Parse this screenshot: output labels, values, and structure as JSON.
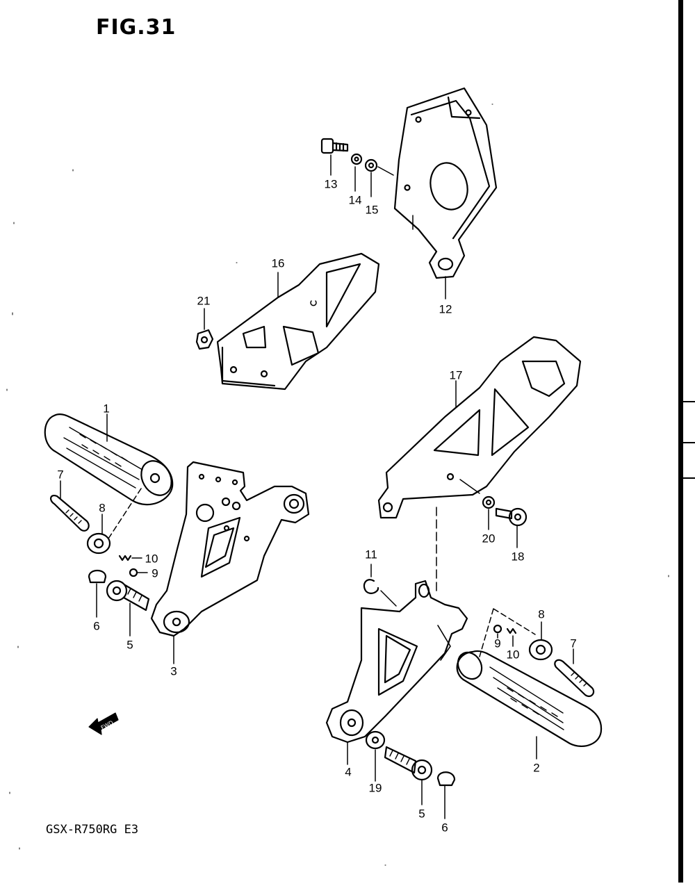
{
  "figure": {
    "title": "FIG.31",
    "model": "GSX-R750RG E3",
    "direction_label": "FWD"
  },
  "callouts": [
    {
      "id": "1",
      "label": "1"
    },
    {
      "id": "2",
      "label": "2"
    },
    {
      "id": "3",
      "label": "3"
    },
    {
      "id": "4",
      "label": "4"
    },
    {
      "id": "5a",
      "label": "5"
    },
    {
      "id": "5b",
      "label": "5"
    },
    {
      "id": "6a",
      "label": "6"
    },
    {
      "id": "6b",
      "label": "6"
    },
    {
      "id": "7a",
      "label": "7"
    },
    {
      "id": "7b",
      "label": "7"
    },
    {
      "id": "8a",
      "label": "8"
    },
    {
      "id": "8b",
      "label": "8"
    },
    {
      "id": "9a",
      "label": "9"
    },
    {
      "id": "9b",
      "label": "9"
    },
    {
      "id": "10a",
      "label": "10"
    },
    {
      "id": "10b",
      "label": "10"
    },
    {
      "id": "11",
      "label": "11"
    },
    {
      "id": "12",
      "label": "12"
    },
    {
      "id": "13",
      "label": "13"
    },
    {
      "id": "14",
      "label": "14"
    },
    {
      "id": "15",
      "label": "15"
    },
    {
      "id": "16",
      "label": "16"
    },
    {
      "id": "17",
      "label": "17"
    },
    {
      "id": "18",
      "label": "18"
    },
    {
      "id": "19",
      "label": "19"
    },
    {
      "id": "20",
      "label": "20"
    },
    {
      "id": "21",
      "label": "21"
    }
  ],
  "colors": {
    "ink": "#000000",
    "paper": "#ffffff"
  }
}
